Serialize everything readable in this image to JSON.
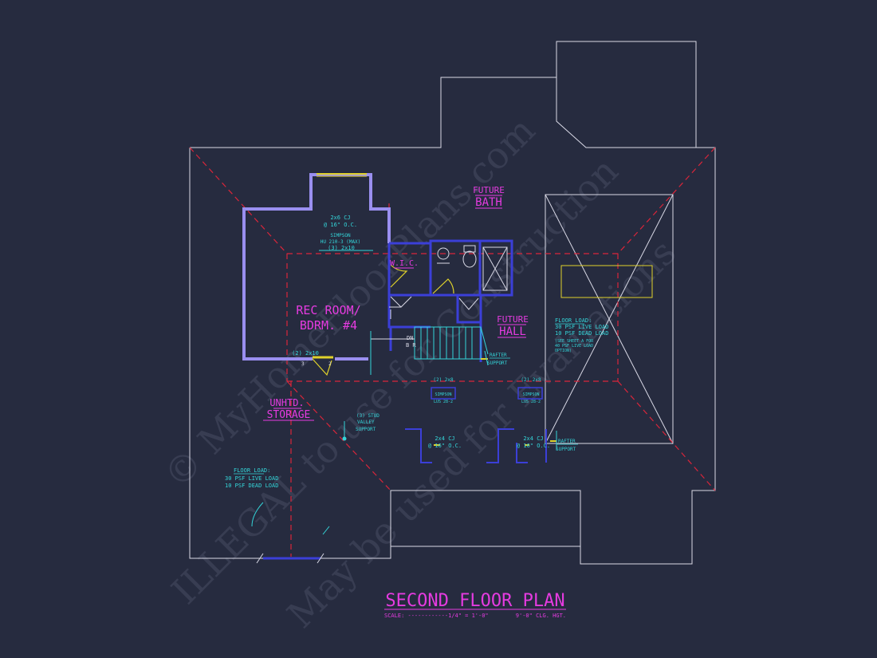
{
  "colors": {
    "background": "#262b3f",
    "outline": "#d9d9e6",
    "dashed_red": "#d9253a",
    "magenta": "#e53be0",
    "cyan": "#34d5d9",
    "blue_wall": "#3b3fd8",
    "yellow": "#e0d22b",
    "watermark": "#3a3f55"
  },
  "labels": {
    "future_bath_1": "FUTURE",
    "future_bath_2": "BATH",
    "rec_room_1": "REC ROOM/",
    "rec_room_2": "BDRM. #4",
    "wic": "W.I.C.",
    "future_hall_1": "FUTURE",
    "future_hall_2": "HALL",
    "unhtd_1": "UNHTD.",
    "unhtd_2": "STORAGE",
    "title": "SECOND FLOOR PLAN",
    "scale": "SCALE: ------------1/4\" = 1'-0\"",
    "ceiling": "9'-0\" CLG. HGT."
  },
  "notes": {
    "cj_top_1": "2x6 CJ",
    "cj_top_2": "@ 16\" O.C.",
    "simpson_top_1": "SIMPSON",
    "simpson_top_2": "HU 210-3 (MAX)",
    "beam_top": "(3) 2x10",
    "beam_door": "(2) 2x10",
    "dn": "DN",
    "br": "B R",
    "rafter_1a": "RAFTER",
    "rafter_1b": "SUPPORT",
    "floor_load_r_1": "FLOOR LOAD:",
    "floor_load_r_2": "30 PSF LIVE LOAD",
    "floor_load_r_3": "10 PSF DEAD LOAD",
    "floor_load_r_4": "(SEE SHEET A FOR",
    "floor_load_r_5": "40 PSF LIVE LOAD",
    "floor_load_r_6": "OPTION)",
    "lus_l_1": "(2) 2x8",
    "lus_l_2": "SIMPSON",
    "lus_l_3": "LUS 28-2",
    "lus_r_1": "(2) 2x8",
    "lus_r_2": "SIMPSON",
    "lus_r_3": "LUS 28-2",
    "stud_1": "(3) STUD",
    "stud_2": "VALLEY",
    "stud_3": "SUPPORT",
    "cj_l_1": "2x4 CJ",
    "cj_l_2": "@ 16\" O.C.",
    "cj_r_1": "2x4 CJ",
    "cj_r_2": "@ 16\" O.C.",
    "rafter_2a": "RAFTER",
    "rafter_2b": "SUPPORT",
    "floor_load_l_1": "FLOOR LOAD:",
    "floor_load_l_2": "30 PSF LIVE LOAD",
    "floor_load_l_3": "10 PSF DEAD LOAD",
    "door_num_1": "3",
    "door_num_2": "2"
  },
  "watermark": {
    "line1": "© MyHomeFloorPlans.com",
    "line2": "ILLEGAL to use for Construction",
    "line3": "May be used for Evaluations"
  }
}
